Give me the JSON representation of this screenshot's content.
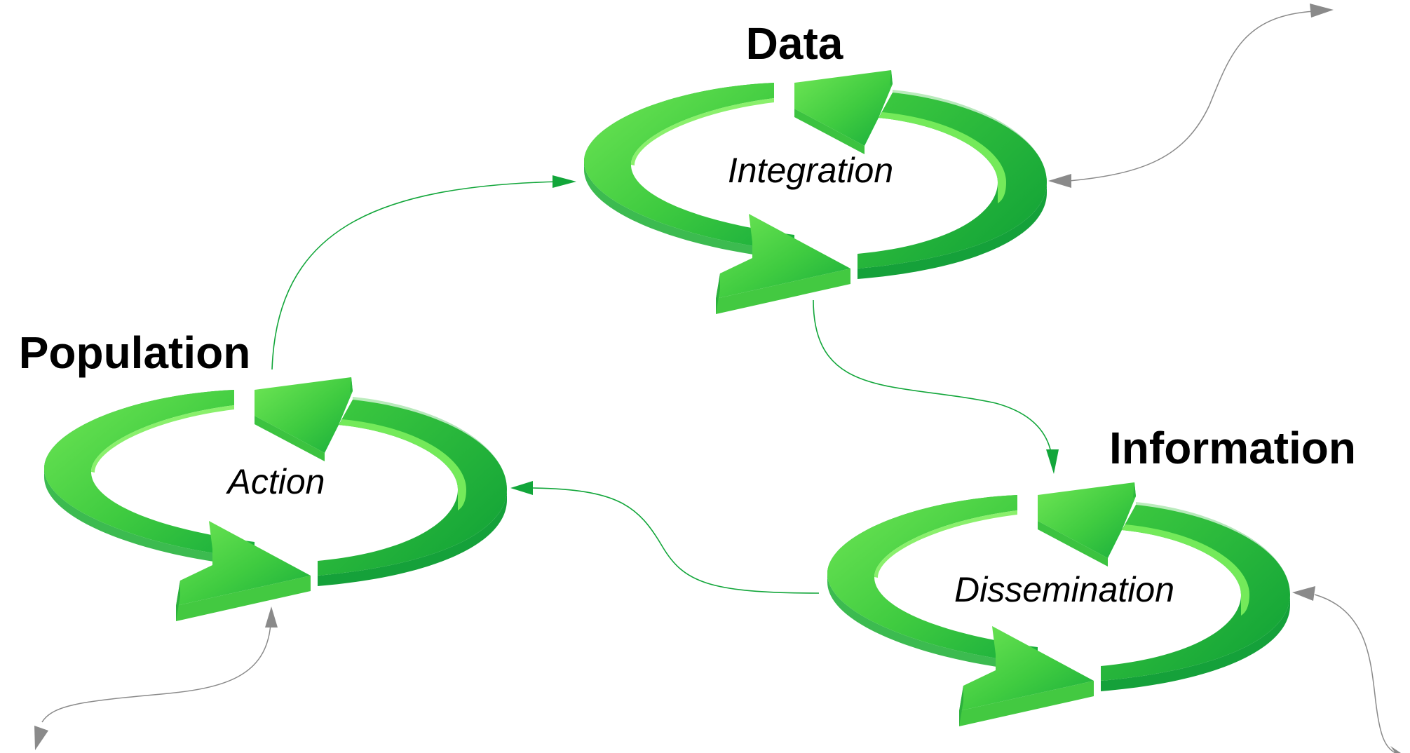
{
  "nodes": {
    "data": {
      "title": "Data",
      "process": "Integration"
    },
    "population": {
      "title": "Population",
      "process": "Action"
    },
    "information": {
      "title": "Information",
      "process": "Dissemination"
    }
  },
  "colors": {
    "arrow_light": "#66e24e",
    "arrow_mid": "#3fc93e",
    "arrow_dark": "#12a63a",
    "connector_green": "#12a63a",
    "connector_gray": "#8a8a8a",
    "background": "#ffffff"
  }
}
